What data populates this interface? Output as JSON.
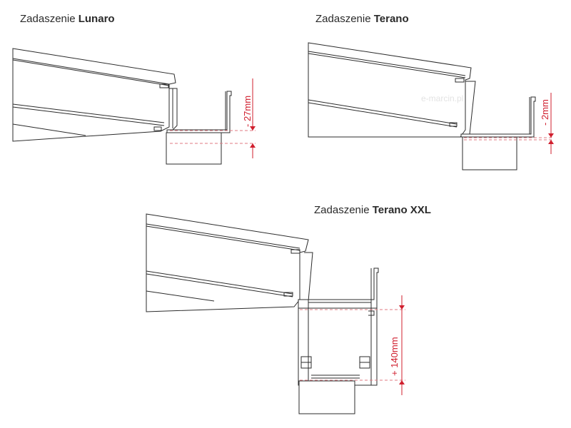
{
  "panels": [
    {
      "prefix": "Zadaszenie",
      "name": "Lunaro",
      "dimension": "- 27mm"
    },
    {
      "prefix": "Zadaszenie",
      "name": "Terano",
      "dimension": "- 2mm"
    },
    {
      "prefix": "Zadaszenie",
      "name": "Terano XXL",
      "dimension": "+ 140mm"
    }
  ],
  "watermark": "e-marcin.pl",
  "colors": {
    "line": "#2b2b2b",
    "dimension": "#d01f2e",
    "dashed": "#e07a82"
  }
}
